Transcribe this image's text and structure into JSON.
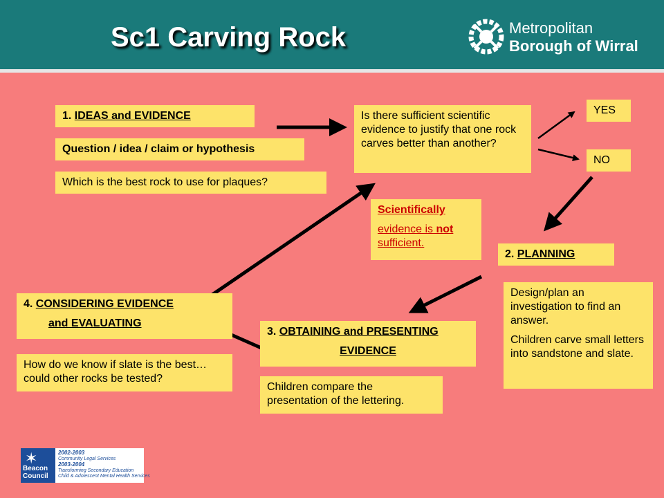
{
  "title": "Sc1 Carving Rock",
  "logo": {
    "line1": "Metropolitan",
    "line2": "Borough of Wirral",
    "icon": "wirral-crest-icon"
  },
  "colors": {
    "background": "#f77c7c",
    "header": "#1a7a7a",
    "box": "#fde36a",
    "arrow": "#000000",
    "warning": "#cc0000"
  },
  "ideas": {
    "num": "1. ",
    "heading": "IDEAS and EVIDENCE",
    "question_label": "Question / idea / claim or hypothesis",
    "example": "Which is the best rock to use for plaques?"
  },
  "decision": {
    "question": "Is there sufficient scientific evidence to justify that one rock carves better than another?",
    "yes": "YES",
    "no": "NO"
  },
  "warning": {
    "line1": "Scientifically",
    "line2_pre": "evidence is ",
    "line2_not": "not",
    "line3": "sufficient."
  },
  "planning": {
    "num": "2. ",
    "heading": "PLANNING",
    "design": "Design/plan an investigation to find an answer.",
    "activity": "Children carve small letters into sandstone and slate."
  },
  "obtaining": {
    "num": "3. ",
    "heading1": "OBTAINING and PRESENTING",
    "heading2": "EVIDENCE",
    "detail": "Children compare the presentation of the lettering."
  },
  "considering": {
    "num": "4. ",
    "heading1": "CONSIDERING EVIDENCE",
    "heading2": "and  EVALUATING",
    "question": "How do we know if slate is the best…could other rocks be tested?"
  },
  "beacon": {
    "name_line1": "Beacon",
    "name_line2": "Council",
    "year1": "2002-2003",
    "award1": "Community Legal Services",
    "year2": "2003-2004",
    "award2": "Transforming Secondary Education",
    "award3": "Child & Adolescent Mental Health Services"
  }
}
